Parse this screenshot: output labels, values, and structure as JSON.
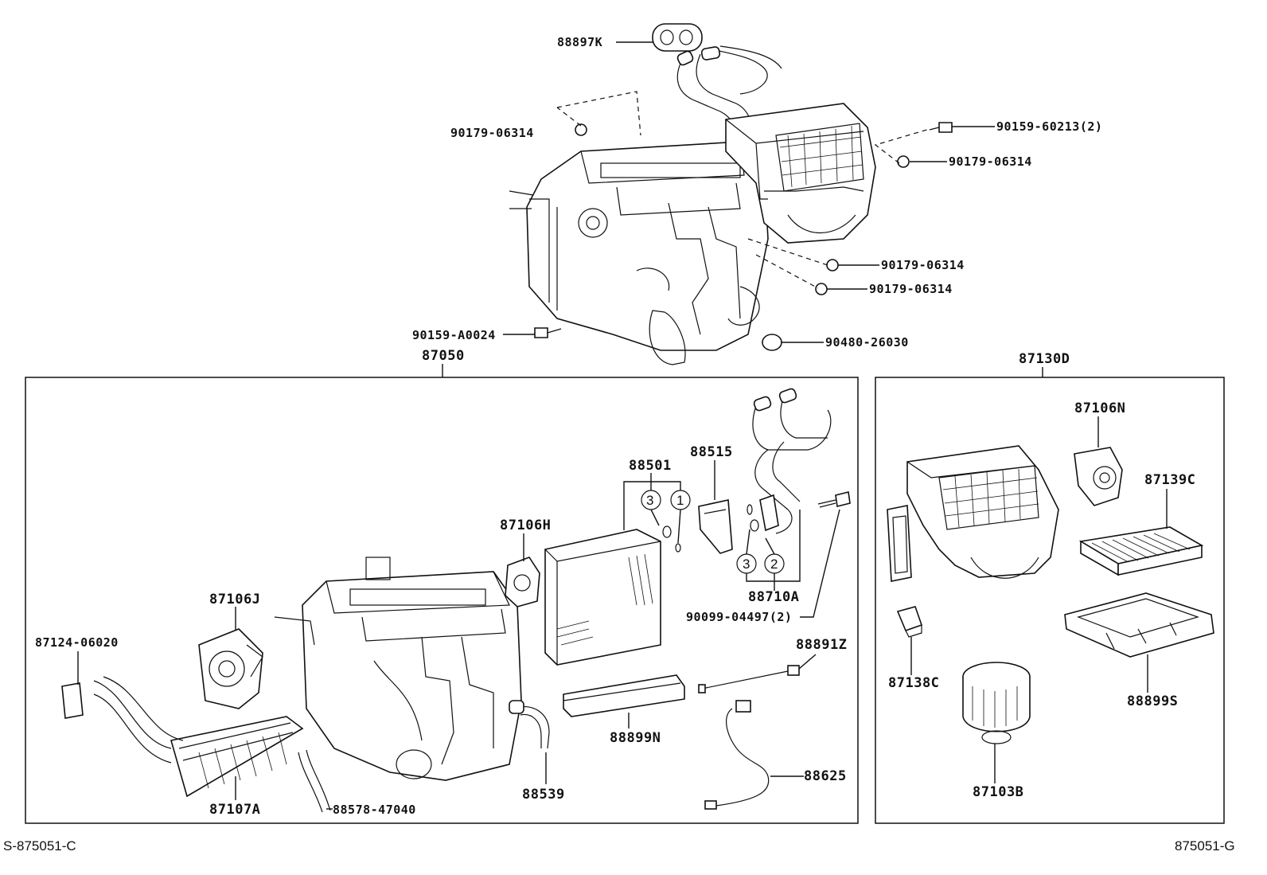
{
  "callouts": {
    "c88897K": "88897K",
    "c90179_a": "90179-06314",
    "c90159_60213": "90159-60213(2)",
    "c90179_b": "90179-06314",
    "c90179_c": "90179-06314",
    "c90179_d": "90179-06314",
    "c90159_A0024": "90159-A0024",
    "c90480": "90480-26030",
    "c87050": "87050",
    "c87130D": "87130D",
    "c88501": "88501",
    "c88515": "88515",
    "c87106H": "87106H",
    "c87106J": "87106J",
    "c87124": "87124-06020",
    "c88710A": "88710A",
    "c90099": "90099-04497(2)",
    "c88891Z": "88891Z",
    "c88899N": "88899N",
    "c88539": "88539",
    "c88625": "88625",
    "c87107A": "87107A",
    "c88578": "88578-47040",
    "c87106N": "87106N",
    "c87139C": "87139C",
    "c87138C": "87138C",
    "c88899S": "88899S",
    "c87103B": "87103B"
  },
  "circled_refs": {
    "r3a": "3",
    "r1": "1",
    "r3b": "3",
    "r2": "2"
  },
  "footer": {
    "left_code": "S-875051-C",
    "right_code": "875051-G"
  }
}
